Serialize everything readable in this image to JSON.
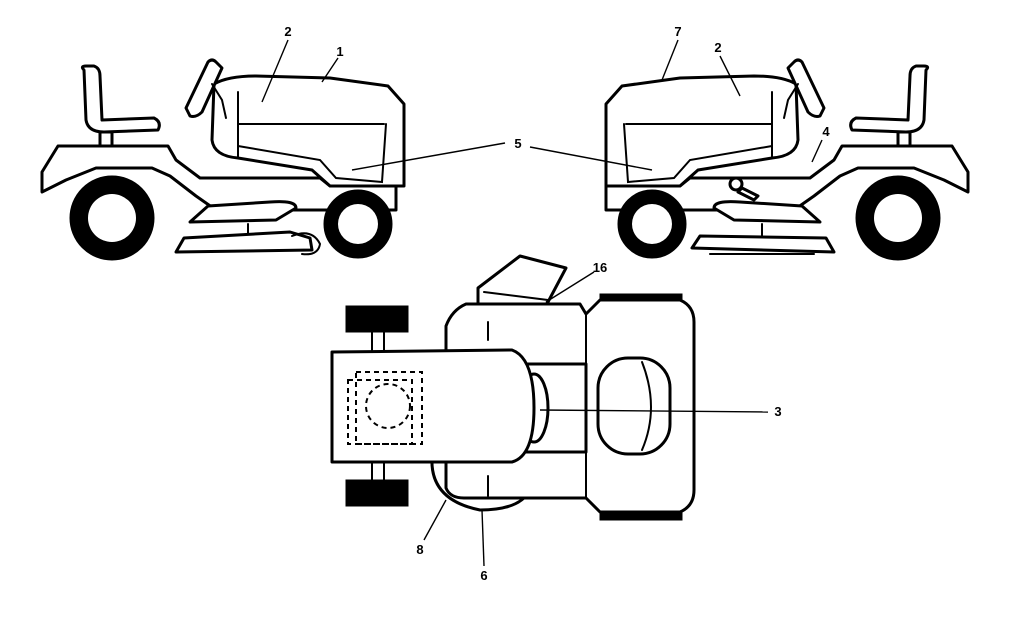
{
  "diagram": {
    "callouts": [
      {
        "id": "c1",
        "label": "1"
      },
      {
        "id": "c2a",
        "label": "2"
      },
      {
        "id": "c2b",
        "label": "2"
      },
      {
        "id": "c3",
        "label": "3"
      },
      {
        "id": "c4",
        "label": "4"
      },
      {
        "id": "c5",
        "label": "5"
      },
      {
        "id": "c6",
        "label": "6"
      },
      {
        "id": "c7",
        "label": "7"
      },
      {
        "id": "c8",
        "label": "8"
      },
      {
        "id": "c16",
        "label": "16"
      }
    ]
  }
}
